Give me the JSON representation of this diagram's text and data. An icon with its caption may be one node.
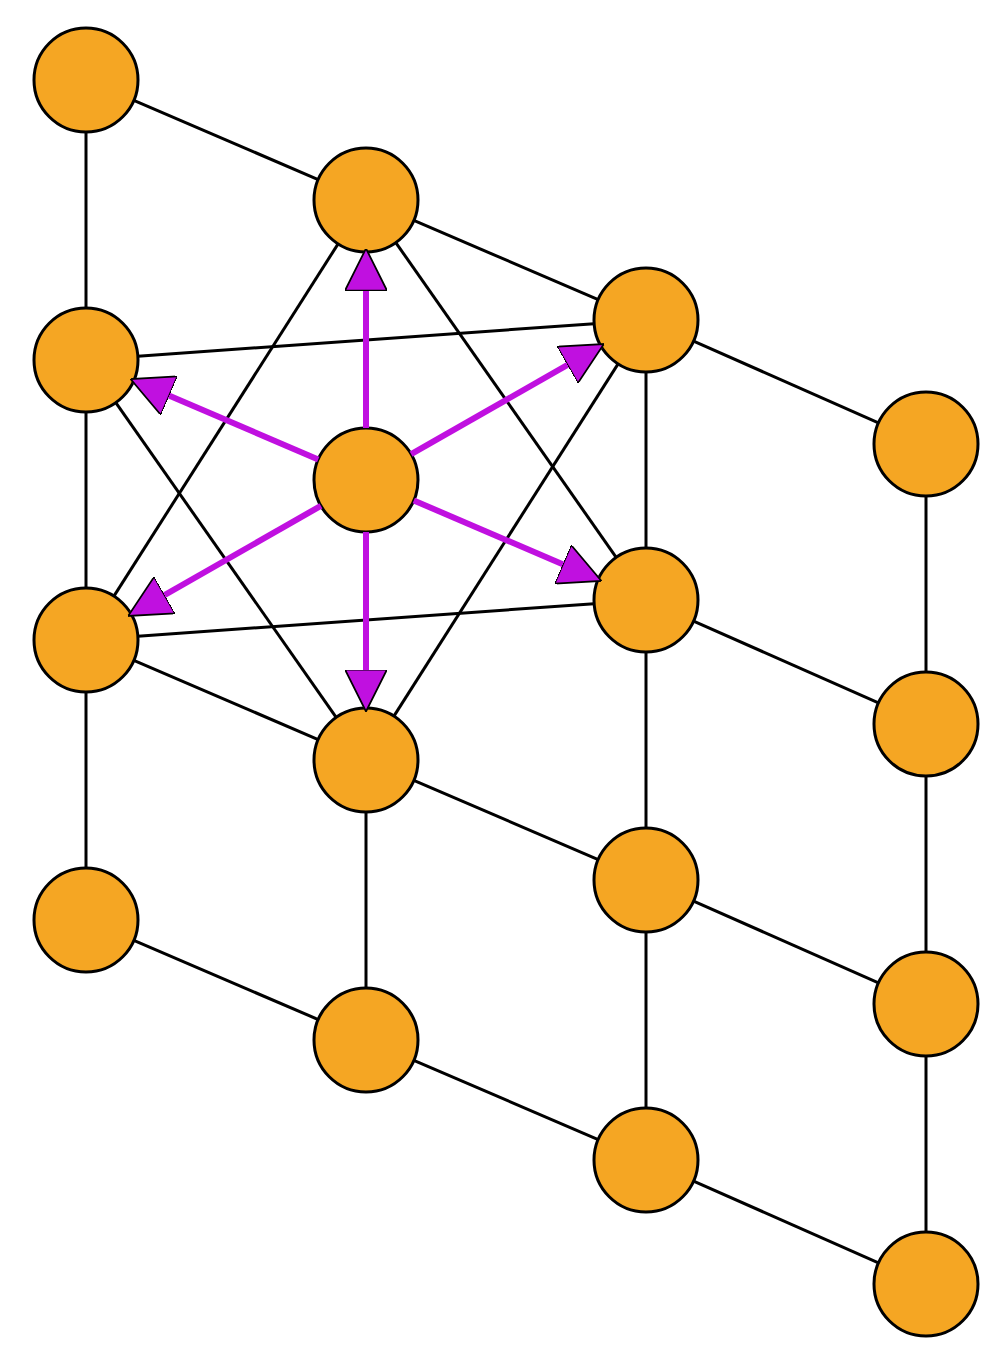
{
  "diagram": {
    "nodes": [
      {
        "text": [],
        "shape": "circle"
      },
      {
        "text": [],
        "shape": "circle"
      },
      {
        "text": [],
        "shape": "circle"
      },
      {
        "text": [],
        "shape": "circle"
      },
      {
        "text": [],
        "shape": "circle"
      },
      {
        "text": [],
        "shape": "circle"
      },
      {
        "text": [],
        "shape": "circle"
      },
      {
        "text": [],
        "shape": "circle"
      },
      {
        "text": [],
        "shape": "circle"
      },
      {
        "text": [],
        "shape": "circle"
      },
      {
        "text": [],
        "shape": "circle"
      },
      {
        "text": [],
        "shape": "circle"
      },
      {
        "text": [],
        "shape": "circle"
      },
      {
        "text": [],
        "shape": "circle"
      },
      {
        "text": [],
        "shape": "circle"
      },
      {
        "text": [],
        "shape": "circle"
      }
    ],
    "edges": [
      {
        "from": 0,
        "to": 1,
        "arrow": "none"
      },
      {
        "from": 1,
        "to": 2,
        "arrow": "none"
      },
      {
        "from": 2,
        "to": 3,
        "arrow": "none"
      },
      {
        "from": 6,
        "to": 7,
        "arrow": "none"
      },
      {
        "from": 8,
        "to": 9,
        "arrow": "none"
      },
      {
        "from": 9,
        "to": 10,
        "arrow": "none"
      },
      {
        "from": 10,
        "to": 11,
        "arrow": "none"
      },
      {
        "from": 12,
        "to": 13,
        "arrow": "none"
      },
      {
        "from": 13,
        "to": 14,
        "arrow": "none"
      },
      {
        "from": 14,
        "to": 15,
        "arrow": "none"
      },
      {
        "from": 0,
        "to": 4,
        "arrow": "none"
      },
      {
        "from": 4,
        "to": 8,
        "arrow": "none"
      },
      {
        "from": 8,
        "to": 12,
        "arrow": "none"
      },
      {
        "from": 9,
        "to": 13,
        "arrow": "none"
      },
      {
        "from": 2,
        "to": 6,
        "arrow": "none"
      },
      {
        "from": 6,
        "to": 10,
        "arrow": "none"
      },
      {
        "from": 10,
        "to": 14,
        "arrow": "none"
      },
      {
        "from": 3,
        "to": 7,
        "arrow": "none"
      },
      {
        "from": 7,
        "to": 11,
        "arrow": "none"
      },
      {
        "from": 11,
        "to": 15,
        "arrow": "none"
      },
      {
        "from": 4,
        "to": 2,
        "arrow": "none"
      },
      {
        "from": 4,
        "to": 9,
        "arrow": "none"
      },
      {
        "from": 2,
        "to": 9,
        "arrow": "none"
      },
      {
        "from": 1,
        "to": 8,
        "arrow": "none"
      },
      {
        "from": 1,
        "to": 6,
        "arrow": "none"
      },
      {
        "from": 8,
        "to": 6,
        "arrow": "none"
      },
      {
        "from": 5,
        "to": 4,
        "arrow": "to",
        "style": "thick",
        "color": "#c010e0"
      },
      {
        "from": 5,
        "to": 8,
        "arrow": "to",
        "style": "thick",
        "color": "#c010e0"
      },
      {
        "from": 5,
        "to": 9,
        "arrow": "to",
        "style": "thick",
        "color": "#c010e0"
      },
      {
        "from": 5,
        "to": 6,
        "arrow": "to",
        "style": "thick",
        "color": "#c010e0"
      },
      {
        "from": 5,
        "to": 2,
        "arrow": "to",
        "style": "thick",
        "color": "#c010e0"
      },
      {
        "from": 5,
        "to": 1,
        "arrow": "to",
        "style": "thick",
        "color": "#c010e0"
      }
    ]
  }
}
